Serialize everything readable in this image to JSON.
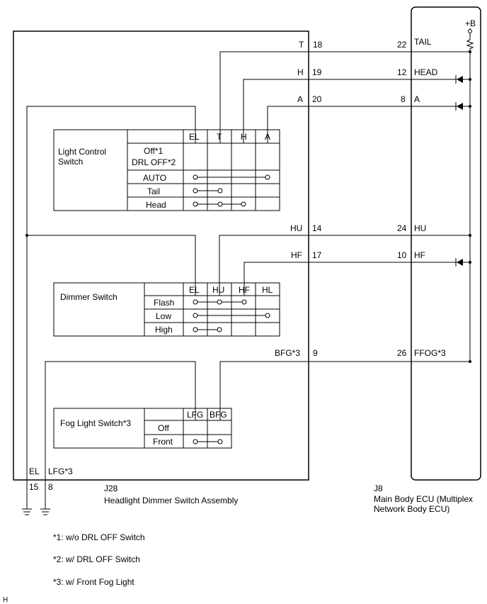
{
  "assembly": {
    "ref": "J28",
    "name": "Headlight Dimmer Switch Assembly"
  },
  "ecu": {
    "ref": "J8",
    "name_line1": "Main Body ECU (Multiplex",
    "name_line2": "Network Body ECU)",
    "supply": "+B"
  },
  "wires": [
    {
      "left_label": "T",
      "left_pin": "18",
      "ecu_pin": "22",
      "ecu_label": "TAIL"
    },
    {
      "left_label": "H",
      "left_pin": "19",
      "ecu_pin": "12",
      "ecu_label": "HEAD"
    },
    {
      "left_label": "A",
      "left_pin": "20",
      "ecu_pin": "8",
      "ecu_label": "A"
    },
    {
      "left_label": "HU",
      "left_pin": "14",
      "ecu_pin": "24",
      "ecu_label": "HU"
    },
    {
      "left_label": "HF",
      "left_pin": "17",
      "ecu_pin": "10",
      "ecu_label": "HF"
    },
    {
      "left_label": "BFG*3",
      "left_pin": "9",
      "ecu_pin": "26",
      "ecu_label": "FFOG*3"
    }
  ],
  "light_control": {
    "title_line1": "Light Control",
    "title_line2": "Switch",
    "headers": [
      "EL",
      "T",
      "H",
      "A"
    ],
    "rows": [
      "Off*1\nDRL OFF*2",
      "AUTO",
      "Tail",
      "Head"
    ]
  },
  "dimmer": {
    "title": "Dimmer Switch",
    "headers": [
      "EL",
      "HU",
      "HF",
      "HL"
    ],
    "rows": [
      "Flash",
      "Low",
      "High"
    ]
  },
  "fog": {
    "title": "Fog Light Switch*3",
    "headers": [
      "LFG",
      "BFG"
    ],
    "rows": [
      "Off",
      "Front"
    ]
  },
  "ground_pins": [
    {
      "label": "EL",
      "pin": "15"
    },
    {
      "label": "LFG*3",
      "pin": "8"
    }
  ],
  "notes": [
    "*1: w/o DRL OFF Switch",
    "*2: w/ DRL OFF Switch",
    "*3: w/ Front Fog Light"
  ],
  "corner_mark": "H"
}
